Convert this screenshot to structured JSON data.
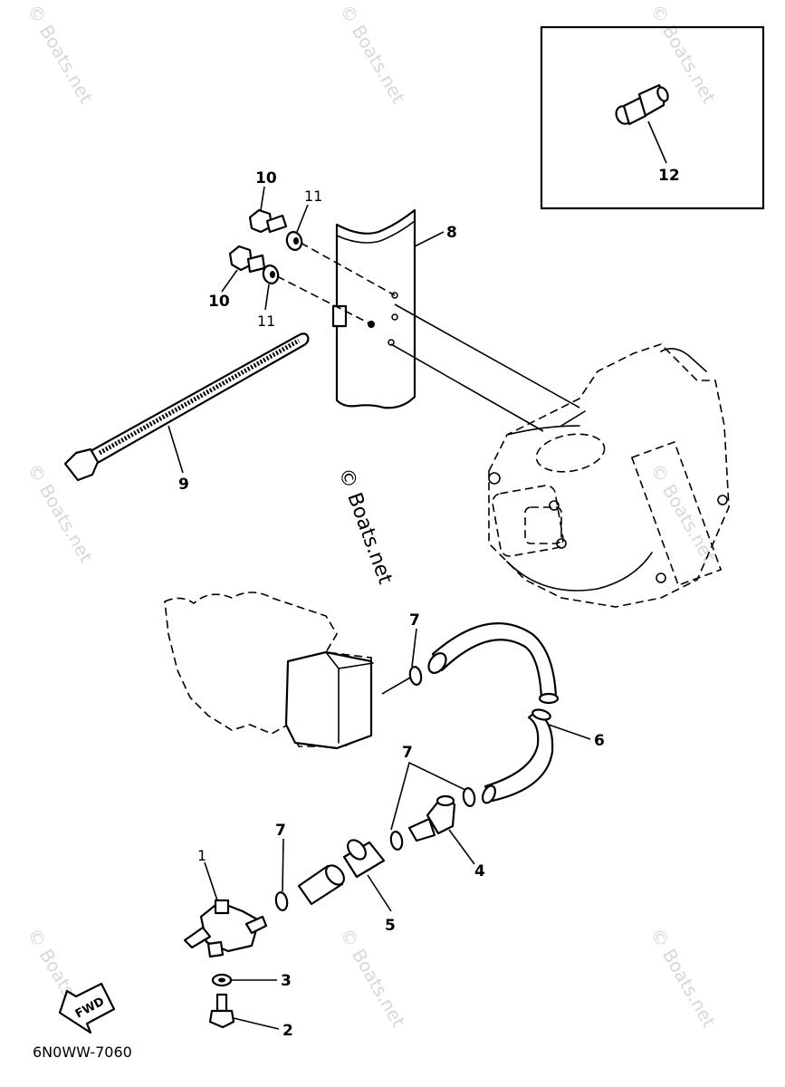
{
  "diagram": {
    "catalog_code": "6N0WW-7060",
    "center_watermark": "© Boats.net",
    "corner_watermark": "© Boats.net",
    "fwd_label": "FWD",
    "callouts": {
      "c1": "1",
      "c2": "2",
      "c3": "3",
      "c4": "4",
      "c5": "5",
      "c6": "6",
      "c7a": "7",
      "c7b": "7",
      "c7c": "7",
      "c8": "8",
      "c9": "9",
      "c10a": "10",
      "c10b": "10",
      "c11a": "11",
      "c11b": "11",
      "c12": "12"
    }
  }
}
